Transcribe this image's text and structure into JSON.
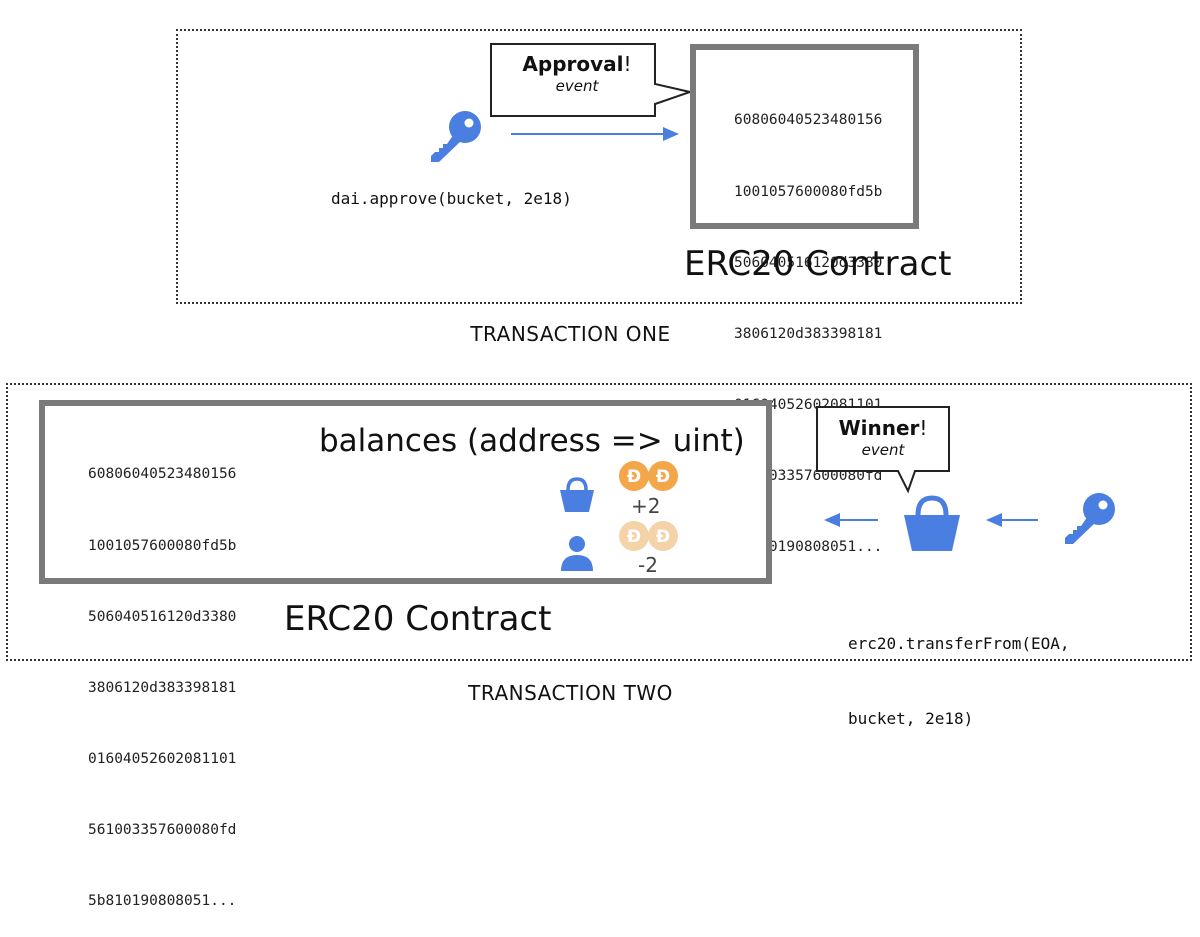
{
  "transaction_one": {
    "label": "TRANSACTION ONE",
    "call": "dai.approve(bucket, 2e18)",
    "event": {
      "title": "Approval",
      "bang": "!",
      "subtitle": "event"
    },
    "contract": {
      "title": "ERC20 Contract",
      "bytecode": [
        "60806040523480156",
        "1001057600080fd5b",
        "506040516120d3380",
        "3806120d383398181",
        "01604052602081101",
        "561003357600080fd",
        "5b810190808051..."
      ]
    }
  },
  "transaction_two": {
    "label": "TRANSACTION TWO",
    "call_line1": "erc20.transferFrom(EOA,",
    "call_line2": "bucket, 2e18)",
    "event": {
      "title": "Winner",
      "bang": "!",
      "subtitle": "event"
    },
    "contract": {
      "title": "ERC20 Contract",
      "mapping": "balances (address => uint)",
      "bytecode": [
        "60806040523480156",
        "1001057600080fd5b",
        "506040516120d3380",
        "3806120d383398181",
        "01604052602081101",
        "561003357600080fd",
        "5b810190808051..."
      ],
      "bucket_delta": "+2",
      "user_delta": "-2"
    }
  },
  "colors": {
    "blue": "#4a7ee0",
    "coin": "#f3a64a",
    "coin_faded": "#f4d3a8",
    "border": "#7a7a7a"
  },
  "icons": [
    "key-icon",
    "arrow-right-icon",
    "bucket-icon",
    "coin-icon",
    "user-icon",
    "arrow-left-icon",
    "speech-bubble"
  ]
}
